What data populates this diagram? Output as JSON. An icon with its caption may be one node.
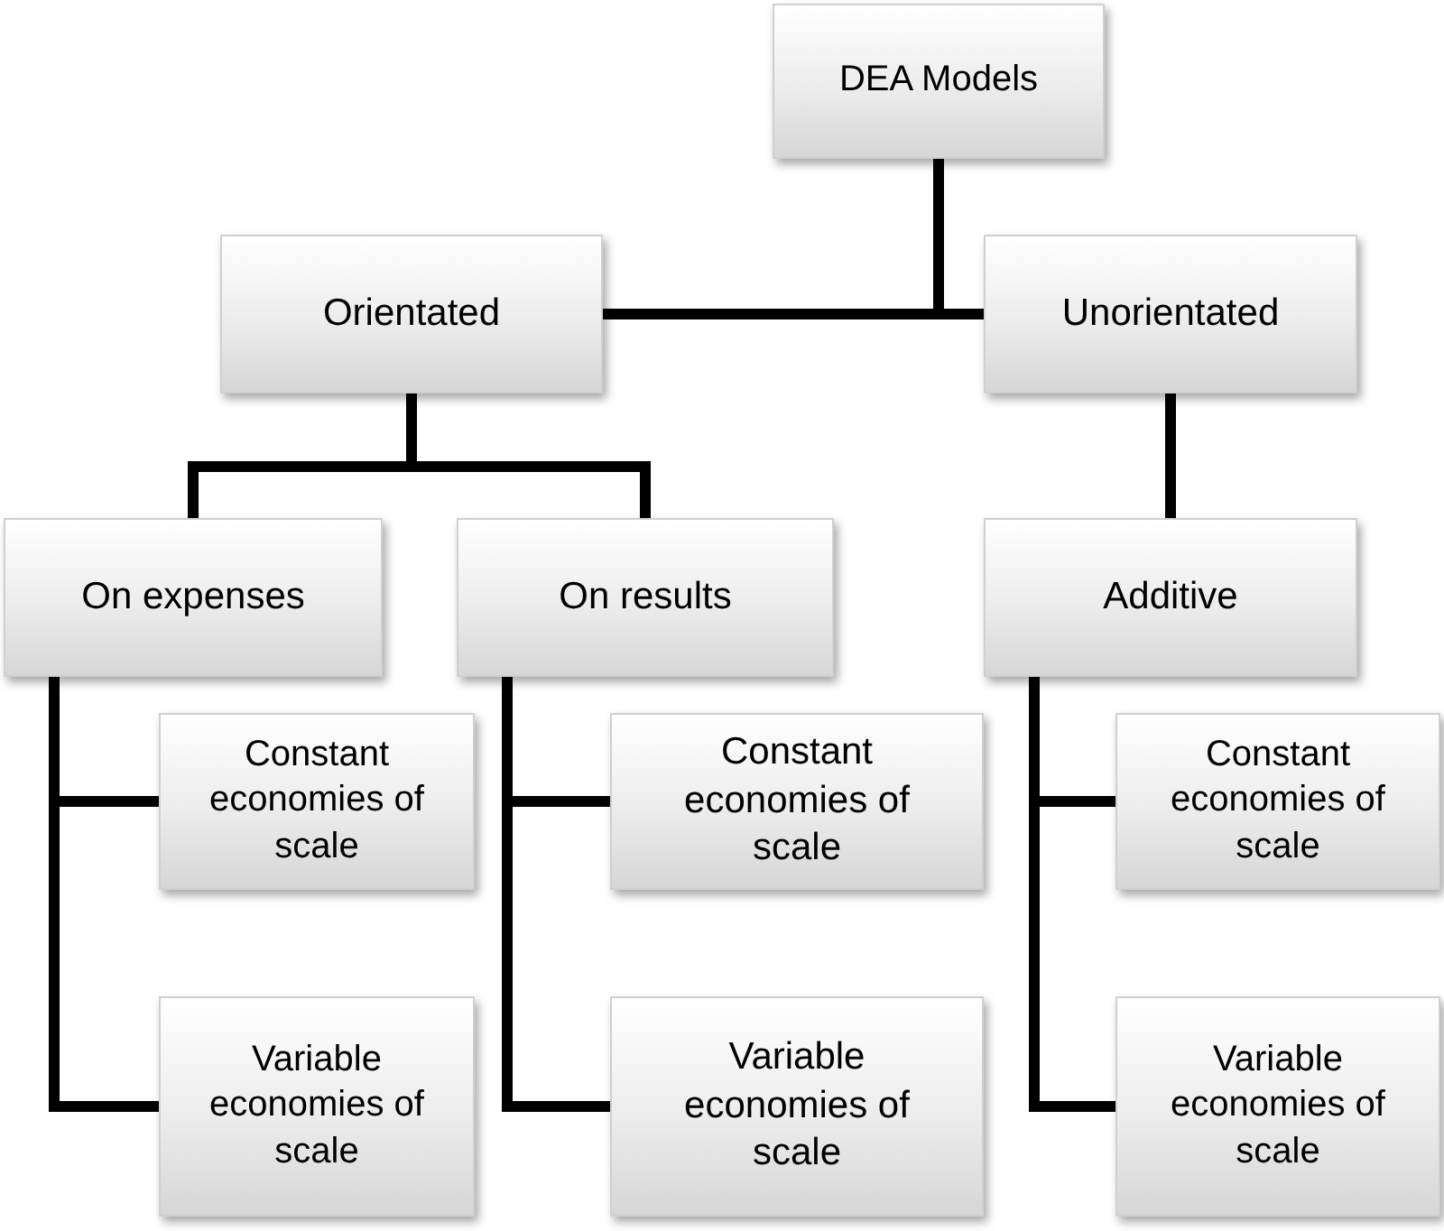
{
  "diagram": {
    "nodes": [
      {
        "text": [
          "DEA Models"
        ]
      },
      {
        "text": [
          "Orientated"
        ]
      },
      {
        "text": [
          "Unorientated"
        ]
      },
      {
        "text": [
          "On expenses"
        ]
      },
      {
        "text": [
          "On results"
        ]
      },
      {
        "text": [
          "Additive"
        ]
      },
      {
        "text": [
          "Constant economies of scale"
        ]
      },
      {
        "text": [
          "Variable economies of scale"
        ]
      },
      {
        "text": [
          "Constant economies of scale"
        ]
      },
      {
        "text": [
          "Variable economies of scale"
        ]
      },
      {
        "text": [
          "Constant economies of scale"
        ]
      },
      {
        "text": [
          "Variable economies of scale"
        ]
      }
    ],
    "edges": [
      {
        "from": 0,
        "to": 1,
        "arrow": "none"
      },
      {
        "from": 0,
        "to": 2,
        "arrow": "none"
      },
      {
        "from": 1,
        "to": 3,
        "arrow": "none"
      },
      {
        "from": 1,
        "to": 4,
        "arrow": "none"
      },
      {
        "from": 2,
        "to": 5,
        "arrow": "none"
      },
      {
        "from": 3,
        "to": 6,
        "arrow": "none"
      },
      {
        "from": 3,
        "to": 7,
        "arrow": "none"
      },
      {
        "from": 4,
        "to": 8,
        "arrow": "none"
      },
      {
        "from": 4,
        "to": 9,
        "arrow": "none"
      },
      {
        "from": 5,
        "to": 10,
        "arrow": "none"
      },
      {
        "from": 5,
        "to": 11,
        "arrow": "none"
      }
    ]
  }
}
